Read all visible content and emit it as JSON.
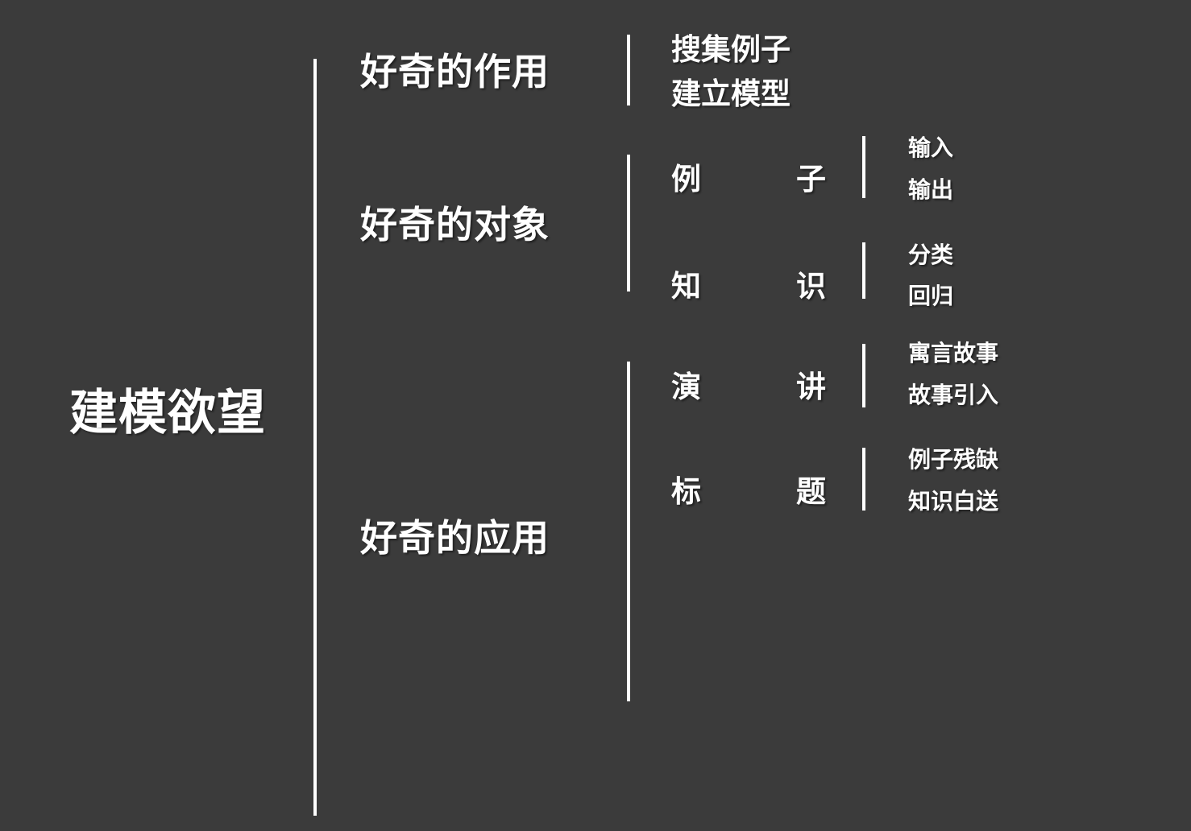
{
  "background_color": "#3b3b3b",
  "text_color": "#ffffff",
  "diagram": {
    "type": "mind-map",
    "root": {
      "label": "建模欲望"
    },
    "branches": [
      {
        "label": "好奇的作用",
        "children": [
          {
            "label": "搜集例子",
            "children": []
          },
          {
            "label": "建立模型",
            "children": []
          }
        ]
      },
      {
        "label": "好奇的对象",
        "children": [
          {
            "label_chars": [
              "例",
              "子"
            ],
            "label": "例 子",
            "children": [
              {
                "label": "输入"
              },
              {
                "label": "输出"
              }
            ]
          },
          {
            "label_chars": [
              "知",
              "识"
            ],
            "label": "知 识",
            "children": [
              {
                "label": "分类"
              },
              {
                "label": "回归"
              }
            ]
          }
        ]
      },
      {
        "label": "好奇的应用",
        "children": [
          {
            "label_chars": [
              "演",
              "讲"
            ],
            "label": "演 讲",
            "children": [
              {
                "label": "寓言故事"
              },
              {
                "label": "故事引入"
              }
            ]
          },
          {
            "label_chars": [
              "标",
              "题"
            ],
            "label": "标 题",
            "children": [
              {
                "label": "例子残缺"
              },
              {
                "label": "知识白送"
              }
            ]
          }
        ]
      }
    ]
  }
}
